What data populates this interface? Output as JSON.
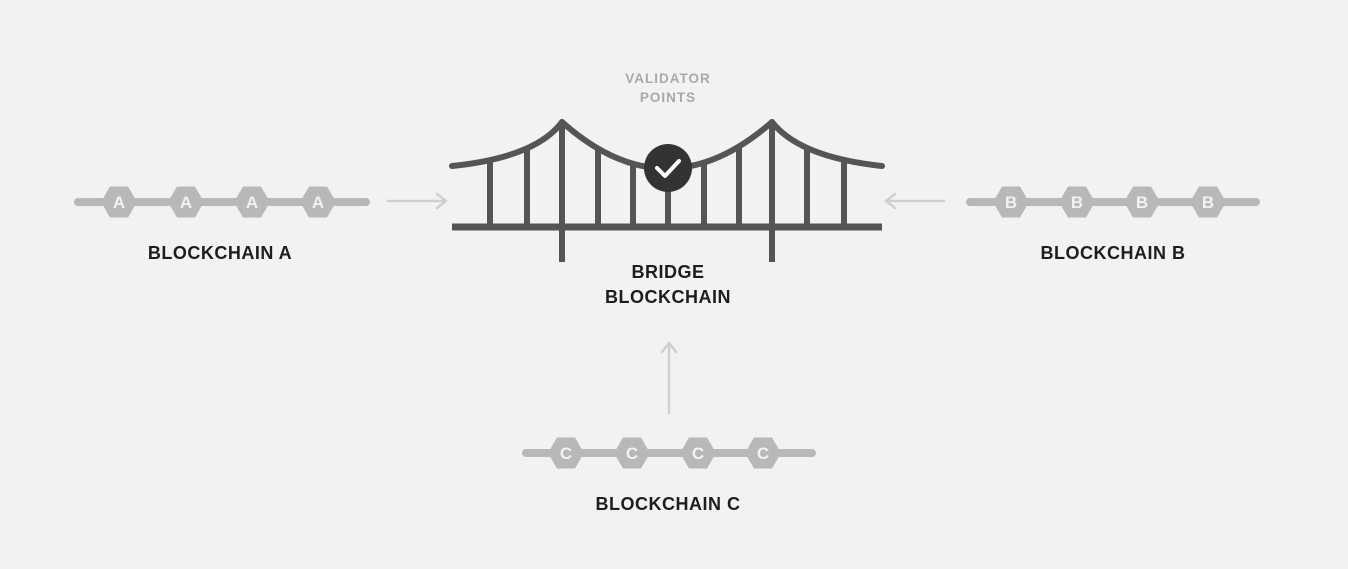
{
  "validator": {
    "line1": "VALIDATOR",
    "line2": "POINTS"
  },
  "bridge": {
    "line1": "BRIDGE",
    "line2": "BLOCKCHAIN"
  },
  "chains": {
    "a": {
      "label": "BLOCKCHAIN A",
      "letter": "A"
    },
    "b": {
      "label": "BLOCKCHAIN B",
      "letter": "B"
    },
    "c": {
      "label": "BLOCKCHAIN C",
      "letter": "C"
    }
  },
  "colors": {
    "background": "#f2f2f2",
    "bridge": "#555555",
    "chain": "#b8b8b8",
    "arrow": "#cfcfcf",
    "check_badge": "#333333"
  }
}
